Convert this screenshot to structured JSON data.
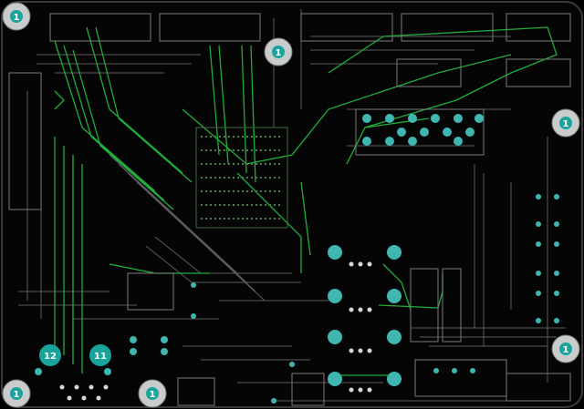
{
  "board": {
    "background": "#000000",
    "outline_color": "#3a3a3a",
    "trace_gray": "#5a5a5a",
    "trace_green": "#1fae3a",
    "pad_teal": "#3fb6b0",
    "marker_fill": "#c9cccd",
    "marker_text_color": "#1aa39a"
  },
  "markers": [
    {
      "id": "m1",
      "label": "1"
    },
    {
      "id": "m2",
      "label": "1"
    },
    {
      "id": "m3",
      "label": "1"
    },
    {
      "id": "m4",
      "label": "1"
    },
    {
      "id": "m5",
      "label": "1"
    },
    {
      "id": "m6",
      "label": "1"
    },
    {
      "id": "m7",
      "label": "12"
    },
    {
      "id": "m8",
      "label": "11"
    }
  ]
}
